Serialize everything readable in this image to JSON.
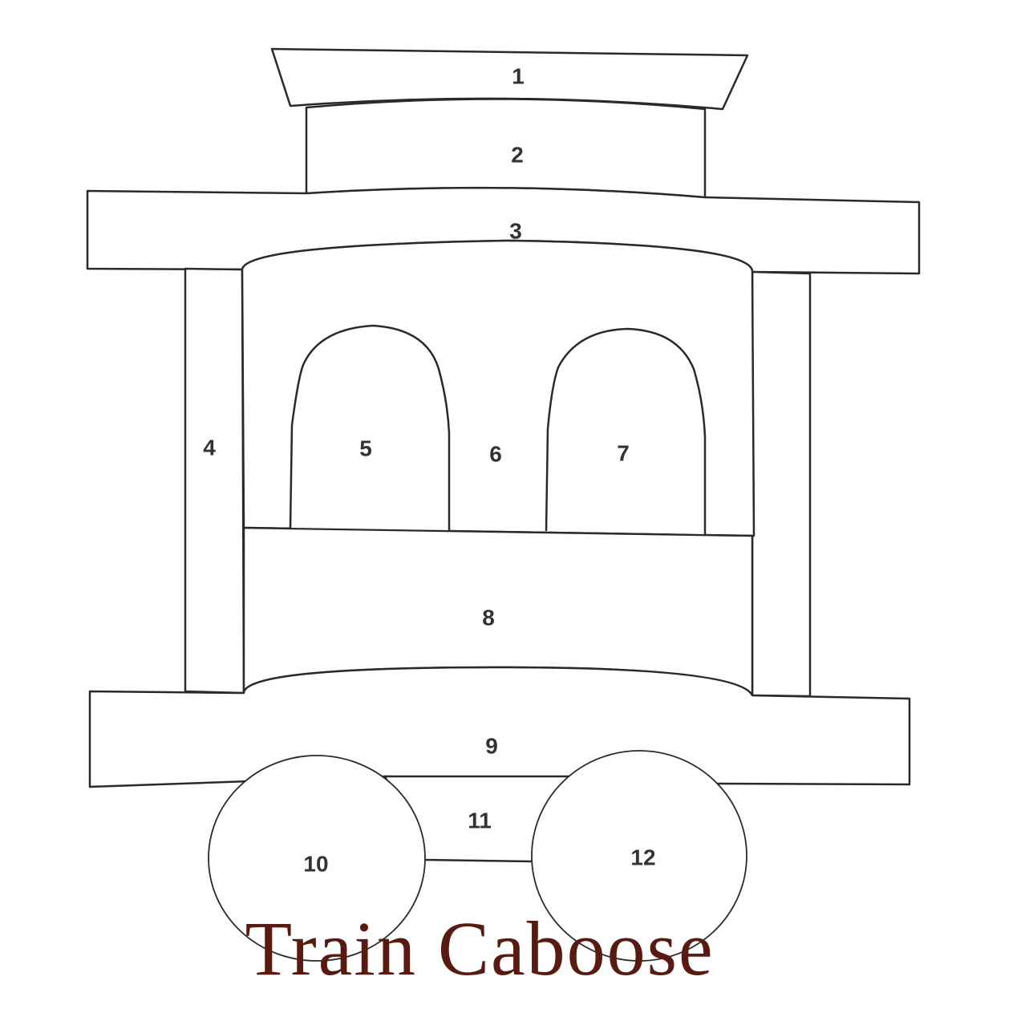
{
  "title": "Train Caboose",
  "title_color": "#5a1a10",
  "line_color": "#2a2a2a",
  "parts": [
    {
      "id": "roof-cap",
      "number": "1"
    },
    {
      "id": "cupola",
      "number": "2"
    },
    {
      "id": "roof",
      "number": "3"
    },
    {
      "id": "left-post",
      "number": "4"
    },
    {
      "id": "left-window",
      "number": "5"
    },
    {
      "id": "body-upper",
      "number": "6"
    },
    {
      "id": "right-window",
      "number": "7"
    },
    {
      "id": "body-lower",
      "number": "8"
    },
    {
      "id": "base-deck",
      "number": "9"
    },
    {
      "id": "left-wheel",
      "number": "10"
    },
    {
      "id": "axle-plate",
      "number": "11"
    },
    {
      "id": "right-wheel",
      "number": "12"
    }
  ]
}
